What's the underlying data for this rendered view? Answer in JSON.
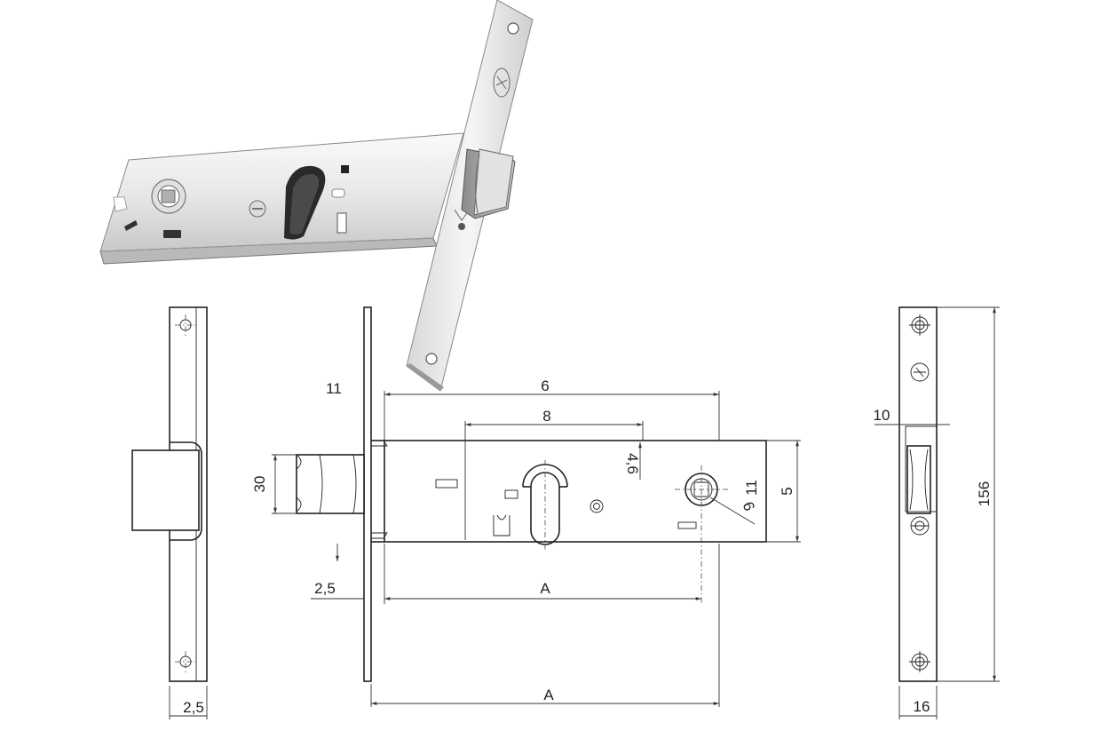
{
  "dimensions": {
    "faceplate_thickness_left": "2,5",
    "faceplate_offset": "11",
    "total_body_width": "6",
    "backset_cylinder": "8",
    "cylinder_hole_offset": "4,6",
    "bolt_height": "30",
    "spindle_size": "6",
    "spindle_offset": "11",
    "body_height": "5",
    "bolt_throw": "2,5",
    "distance_a_upper": "A",
    "distance_a_lower": "A",
    "faceplate_depth": "10",
    "faceplate_length": "156",
    "faceplate_width": "16"
  },
  "colors": {
    "line": "#222222",
    "metal_light": "#f4f4f4",
    "metal_dark": "#9a9a9a"
  },
  "icons": [
    "lock-3d-render",
    "brand-logo-icon",
    "screw-hole-icon"
  ]
}
